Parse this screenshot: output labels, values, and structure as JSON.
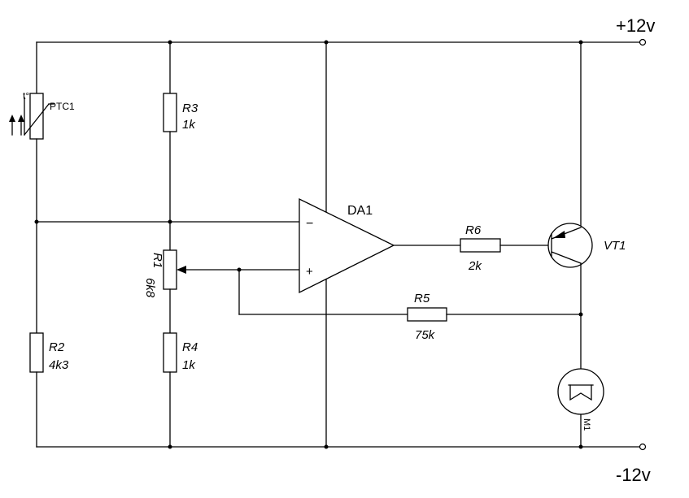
{
  "schematic": {
    "supply_pos": "+12v",
    "supply_neg": "-12v",
    "opamp": {
      "ref": "DA1",
      "inv_sign": "−",
      "noninv_sign": "+"
    },
    "transistor": {
      "ref": "VT1"
    },
    "motor": {
      "ref": "M1"
    },
    "ptc": {
      "ref": "PTC1",
      "temp_symbol": "t°"
    },
    "resistors": {
      "r1": {
        "ref": "R1",
        "value": "6k8"
      },
      "r2": {
        "ref": "R2",
        "value": "4k3"
      },
      "r3": {
        "ref": "R3",
        "value": "1k"
      },
      "r4": {
        "ref": "R4",
        "value": "1k"
      },
      "r5": {
        "ref": "R5",
        "value": "75k"
      },
      "r6": {
        "ref": "R6",
        "value": "2k"
      }
    }
  }
}
